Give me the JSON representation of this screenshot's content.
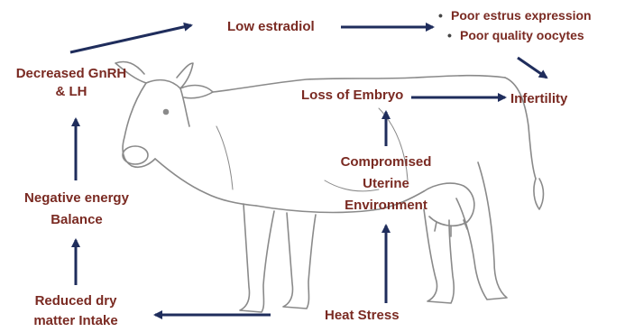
{
  "labels": {
    "decreased_gnrh_line1": "Decreased GnRH",
    "decreased_gnrh_line2": "& LH",
    "low_estradiol": "Low estradiol",
    "poor_estrus": "Poor estrus expression",
    "poor_oocytes": "Poor quality oocytes",
    "loss_of_embryo": "Loss of Embryo",
    "infertility": "Infertility",
    "compromised_line1": "Compromised",
    "compromised_line2": "Uterine",
    "compromised_line3": "Environment",
    "negative_energy_line1": "Negative energy",
    "negative_energy_line2": "Balance",
    "reduced_dry_line1": "Reduced dry",
    "reduced_dry_line2": "matter Intake",
    "heat_stress": "Heat Stress"
  },
  "colors": {
    "label_text": "#7a2a22",
    "arrow": "#1f2d5c",
    "sketch": "#8a8a8a"
  },
  "icons": {
    "cow": "cow-sketch"
  }
}
